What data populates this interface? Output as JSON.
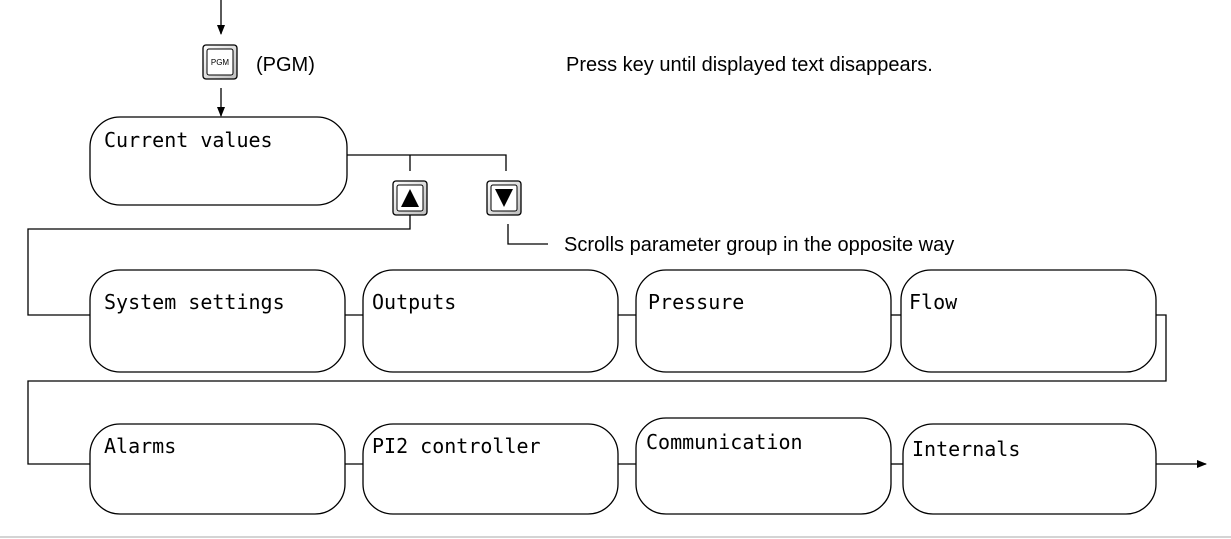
{
  "pgm_key": {
    "key_label": "PGM",
    "caption": "(PGM)"
  },
  "instruction": "Press key until displayed text disappears.",
  "scroll_note": "Scrolls parameter group in the opposite way",
  "up_key_icon": "up-triangle-key",
  "down_key_icon": "down-triangle-key",
  "current_values": "Current values",
  "row1": [
    "System settings",
    "Outputs",
    "Pressure",
    "Flow"
  ],
  "row2": [
    "Alarms",
    "PI2 controller",
    "Communication",
    "Internals"
  ]
}
